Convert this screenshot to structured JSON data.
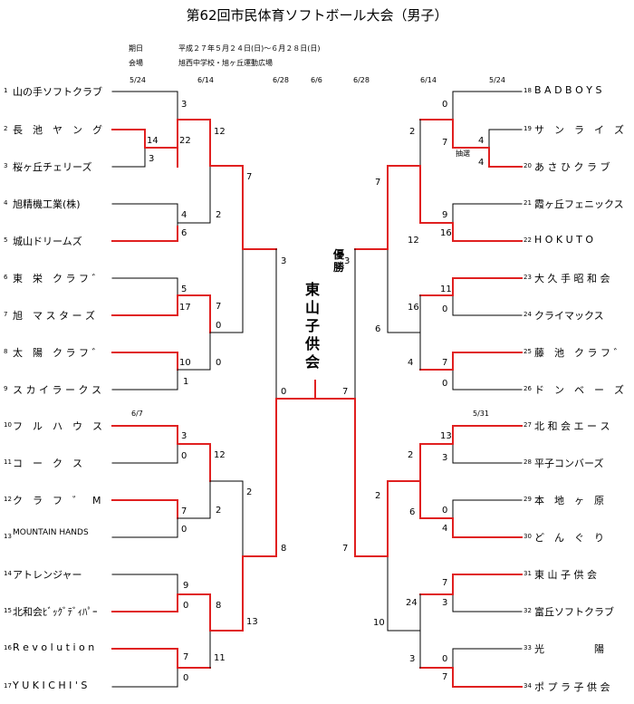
{
  "title": "第62回市民体育ソフトボール大会（男子）",
  "info": {
    "date_label": "期日",
    "date_value": "平成２７年５月２４日(日)～６月２８日(日)",
    "venue_label": "会場",
    "venue_value": "旭西中学校・旭ヶ丘運動広場"
  },
  "dates": {
    "left_r1": "5/24",
    "left_r2": "6/14",
    "left_r3": "6/28",
    "final": "6/6",
    "right_r3": "6/28",
    "right_r2": "6/14",
    "right_r1": "5/24",
    "left_lower": "6/7",
    "right_lower": "5/31"
  },
  "teams_left": [
    {
      "no": "1",
      "name": "山の手ソフトクラブ"
    },
    {
      "no": "2",
      "name": "長　池　ヤ　ン　グ"
    },
    {
      "no": "3",
      "name": "桜ヶ丘チェリーズ"
    },
    {
      "no": "4",
      "name": "旭精機工業(株)"
    },
    {
      "no": "5",
      "name": "城山ドリームズ"
    },
    {
      "no": "6",
      "name": "東　栄　ク ラ フ ゛"
    },
    {
      "no": "7",
      "name": "旭　マ ス タ ー ズ"
    },
    {
      "no": "8",
      "name": "太　陽　ク ラ フ ゛"
    },
    {
      "no": "9",
      "name": "ス カ イ ラ ー ク ス"
    },
    {
      "no": "10",
      "name": "フ　ル　ハ　ウ　ス"
    },
    {
      "no": "11",
      "name": "コ　ー　ク　ス"
    },
    {
      "no": "12",
      "name": "ク　ラ　フ　゛　M"
    },
    {
      "no": "13",
      "name": "MOUNTAIN HANDS"
    },
    {
      "no": "14",
      "name": "アトレンジャー"
    },
    {
      "no": "15",
      "name": "北和会ﾋﾞｯｸﾞﾃﾞｨﾊﾟｰ"
    },
    {
      "no": "16",
      "name": "R e v o l u t i o n"
    },
    {
      "no": "17",
      "name": "Y U K I C H I ' S"
    }
  ],
  "teams_right": [
    {
      "no": "18",
      "name": "B A D B O Y S"
    },
    {
      "no": "19",
      "name": "サ　ン　ラ　イ　ズ"
    },
    {
      "no": "20",
      "name": "あ さ ひ ク ラ ブ"
    },
    {
      "no": "21",
      "name": "霞ヶ丘フェニックス"
    },
    {
      "no": "22",
      "name": "H O K U T O"
    },
    {
      "no": "23",
      "name": "大 久 手 昭 和 会"
    },
    {
      "no": "24",
      "name": "クライマックス"
    },
    {
      "no": "25",
      "name": "藤　池　ク ラ フ ゛"
    },
    {
      "no": "26",
      "name": "ド　ン　ベ　ー　ズ"
    },
    {
      "no": "27",
      "name": "北 和 会 エ ー ス"
    },
    {
      "no": "28",
      "name": "平子コンバーズ"
    },
    {
      "no": "29",
      "name": "本　地　ヶ　原"
    },
    {
      "no": "30",
      "name": "ど　ん　ぐ　り"
    },
    {
      "no": "31",
      "name": "東 山 子 供 会"
    },
    {
      "no": "32",
      "name": "富丘ソフトクラブ"
    },
    {
      "no": "33",
      "name": "光　　　　　陽"
    },
    {
      "no": "34",
      "name": "ポ プ ラ 子 供 会"
    }
  ],
  "scores": {
    "l1": "3",
    "l2": "14",
    "l3": "3",
    "l4": "22",
    "l5": "12",
    "l6": "4",
    "l7": "6",
    "l8": "2",
    "l9": "7",
    "l10": "5",
    "l11": "17",
    "l12": "7",
    "l13": "10",
    "l14": "1",
    "l15": "0",
    "l16": "0",
    "l17": "3",
    "l18": "3",
    "l19": "0",
    "l20": "12",
    "l21": "7",
    "l22": "0",
    "l23": "2",
    "l24": "2",
    "l25": "8",
    "l26": "9",
    "l27": "0",
    "l28": "7",
    "l29": "0",
    "l30": "11",
    "l31": "13",
    "l32": "8",
    "l33": "0",
    "r1": "0",
    "r2": "7",
    "r3": "4",
    "r4": "4",
    "r5": "2",
    "r6": "9",
    "r7": "16",
    "r8": "12",
    "r9": "7",
    "r10": "11",
    "r11": "0",
    "r12": "16",
    "r13": "7",
    "r14": "0",
    "r15": "4",
    "r16": "6",
    "r17": "3",
    "r18": "7",
    "r19": "13",
    "r20": "3",
    "r21": "2",
    "r22": "0",
    "r23": "4",
    "r24": "6",
    "r25": "2",
    "r26": "7",
    "r27": "3",
    "r28": "24",
    "r29": "0",
    "r30": "7",
    "r31": "3",
    "r32": "10",
    "r33": "7",
    "lottery": "抽選"
  },
  "champion": {
    "label": "優勝",
    "name": "東山子供会"
  },
  "colors": {
    "win": "#e02020",
    "line": "#000000"
  }
}
